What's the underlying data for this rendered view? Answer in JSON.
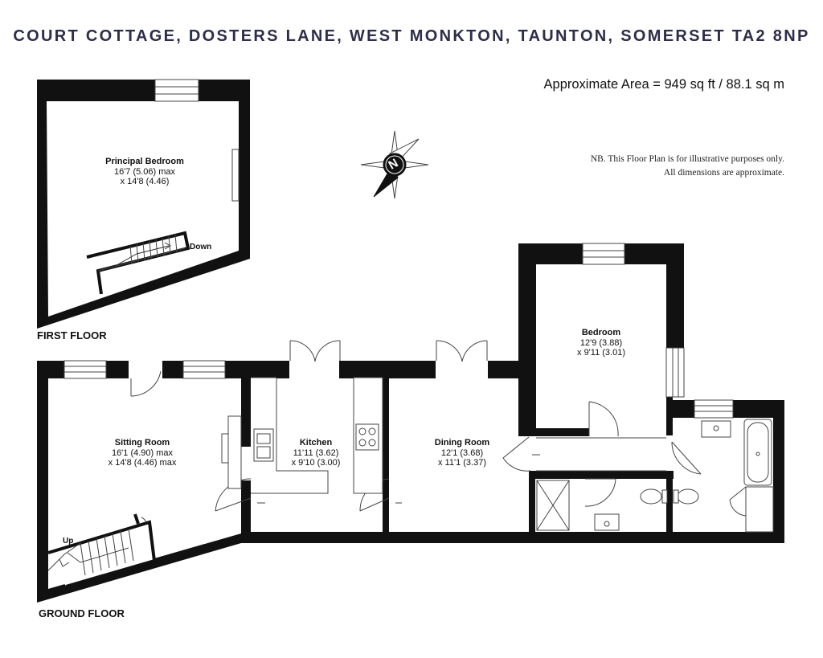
{
  "heading": "COURT COTTAGE, DOSTERS LANE, WEST MONKTON, TAUNTON, SOMERSET TA2 8NP",
  "area": "Approximate Area = 949 sq ft / 88.1 sq m",
  "note": {
    "line1": "NB.  This Floor Plan is for illustrative purposes only.",
    "line2": "All dimensions are approximate."
  },
  "compass_label": "N",
  "floors": {
    "first": "FIRST FLOOR",
    "ground": "GROUND FLOOR"
  },
  "rooms": {
    "principal_bedroom": {
      "name": "Principal Bedroom",
      "dim1": "16'7 (5.06) max",
      "dim2": "x 14'8 (4.46)"
    },
    "bedroom": {
      "name": "Bedroom",
      "dim1": "12'9 (3.88)",
      "dim2": "x 9'11 (3.01)"
    },
    "sitting_room": {
      "name": "Sitting Room",
      "dim1": "16'1 (4.90) max",
      "dim2": "x 14'8 (4.46) max"
    },
    "kitchen": {
      "name": "Kitchen",
      "dim1": "11'11 (3.62)",
      "dim2": "x 9'10 (3.00)"
    },
    "dining_room": {
      "name": "Dining Room",
      "dim1": "12'1 (3.68)",
      "dim2": "x 11'1 (3.37)"
    }
  },
  "stairs": {
    "down": "Down",
    "up": "Up"
  },
  "colors": {
    "wall": "#111111",
    "heading": "#2c2e4a",
    "fixture": "#444444"
  }
}
